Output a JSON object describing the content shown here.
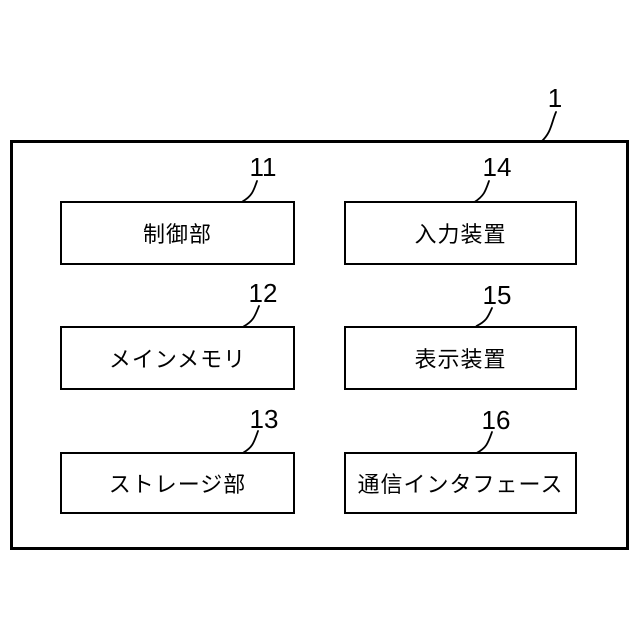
{
  "figure": {
    "outer_ref": "1",
    "colors": {
      "line": "#000000",
      "background": "#ffffff"
    },
    "units": [
      {
        "ref": "11",
        "label": "制御部"
      },
      {
        "ref": "12",
        "label": "メインメモリ"
      },
      {
        "ref": "13",
        "label": "ストレージ部"
      },
      {
        "ref": "14",
        "label": "入力装置"
      },
      {
        "ref": "15",
        "label": "表示装置"
      },
      {
        "ref": "16",
        "label": "通信インタフェース"
      }
    ]
  }
}
